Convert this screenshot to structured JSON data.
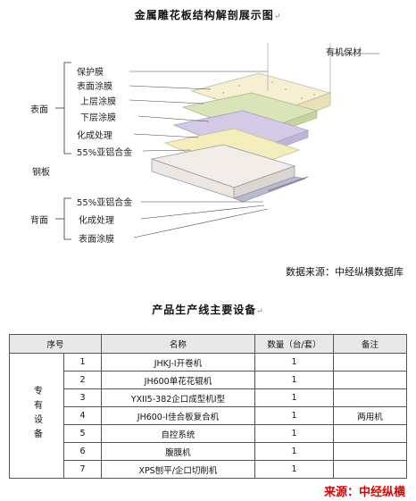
{
  "diagram": {
    "title": "金属雕花板结构解剖展示图",
    "return_mark": "↵",
    "labels": {
      "insulation": "有机保材",
      "protective_film": "保护膜",
      "surface_coating": "表面涂膜",
      "upper_coating": "上层涂膜",
      "lower_coating": "下层涂膜",
      "chemical_treatment": "化成处理",
      "alloy_front": "55%亚铝合金",
      "front_group": "表面",
      "steel_plate": "钢板",
      "alloy_back": "55%亚铝合金",
      "back_group": "背面",
      "chemical_treatment_back": "化成处理",
      "surface_coating_back": "表面涂膜"
    },
    "source": "数据来源：中经纵横数据库",
    "colors": {
      "insulation": "#f6efd2",
      "upper_coating": "#d9e4b8",
      "lower_coating": "#d3cbe6",
      "chemical": "#f3eebb",
      "steel": "#f2ede8",
      "alloy_back": "#b8b8d0"
    }
  },
  "table": {
    "title": "产品生产线主要设备",
    "headers": [
      "序号",
      "名称",
      "数量（台/套）",
      "备注"
    ],
    "group_label": "专有设备",
    "rows": [
      {
        "no": "1",
        "name": "JHKJ-Ⅰ开卷机",
        "qty": "1",
        "note": ""
      },
      {
        "no": "2",
        "name": "JH600单花花辊机",
        "qty": "1",
        "note": ""
      },
      {
        "no": "3",
        "name": "YXII5-382企口成型机Ⅰ型",
        "qty": "1",
        "note": ""
      },
      {
        "no": "4",
        "name": "JH600-Ⅰ佳合板复合机",
        "qty": "1",
        "note": "两用机"
      },
      {
        "no": "5",
        "name": "自控系统",
        "qty": "1",
        "note": ""
      },
      {
        "no": "6",
        "name": "腹膜机",
        "qty": "1",
        "note": ""
      },
      {
        "no": "7",
        "name": "XPS刨平/企口切削机",
        "qty": "1",
        "note": ""
      }
    ],
    "source": "来源：中经纵横"
  }
}
